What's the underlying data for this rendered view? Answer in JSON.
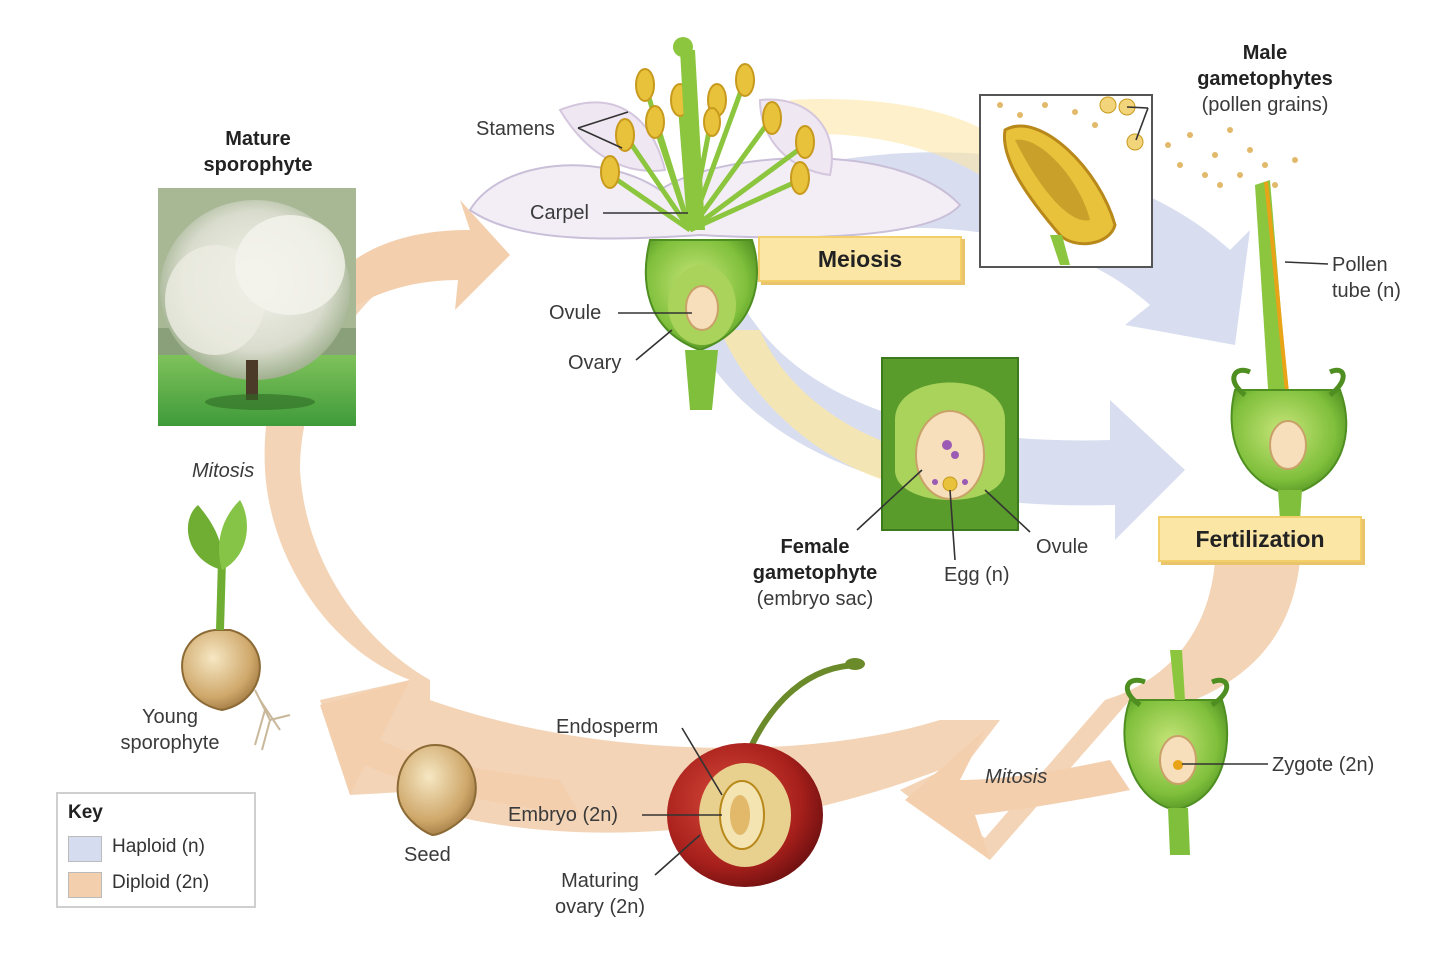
{
  "labels": {
    "mature_sporophyte": "Mature\nsporophyte",
    "stamens": "Stamens",
    "carpel": "Carpel",
    "ovule_flower": "Ovule",
    "ovary": "Ovary",
    "meiosis": "Meiosis",
    "male_gametophytes_title": "Male\ngametophytes",
    "male_gametophytes_sub": "(pollen grains)",
    "pollen_tube": "Pollen\ntube (n)",
    "fertilization": "Fertilization",
    "female_gametophyte_title": "Female\ngametophyte",
    "female_gametophyte_sub": "(embryo sac)",
    "egg": "Egg (n)",
    "ovule_sac": "Ovule",
    "mitosis_left": "Mitosis",
    "mitosis_bottom": "Mitosis",
    "zygote": "Zygote (2n)",
    "endosperm": "Endosperm",
    "embryo": "Embryo (2n)",
    "maturing_ovary": "Maturing\novary (2n)",
    "seed": "Seed",
    "young_sporophyte": "Young\nsporophyte"
  },
  "key": {
    "title": "Key",
    "haploid": "Haploid (n)",
    "diploid": "Diploid (2n)"
  },
  "colors": {
    "haploid": "#d6dcef",
    "diploid": "#f3cfae",
    "stage_box": "#fbe6a6"
  }
}
